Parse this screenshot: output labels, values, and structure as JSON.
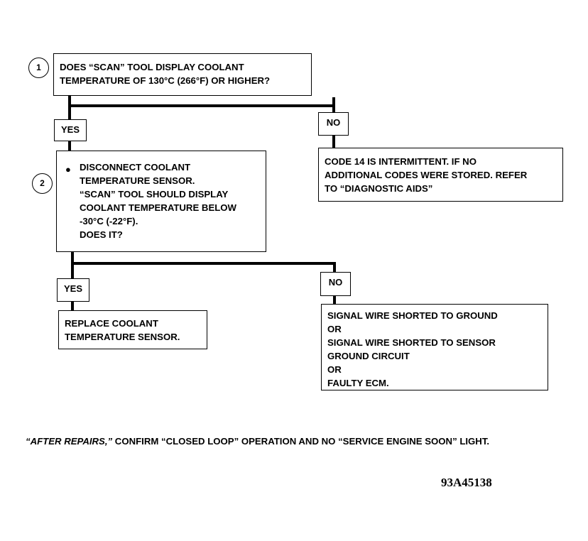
{
  "step1": {
    "number": "1",
    "lines": [
      "DOES “SCAN” TOOL DISPLAY COOLANT",
      "TEMPERATURE OF 130°C (266°F) OR HIGHER?"
    ]
  },
  "step1_yes": {
    "label": "YES"
  },
  "step1_no": {
    "label": "NO",
    "lines": [
      "CODE 14 IS INTERMITTENT.  IF NO",
      "ADDITIONAL CODES WERE STORED. REFER",
      "TO “DIAGNOSTIC AIDS”"
    ]
  },
  "step2": {
    "number": "2",
    "bullet": "●",
    "lines": [
      "DISCONNECT COOLANT",
      "TEMPERATURE SENSOR.",
      "“SCAN” TOOL SHOULD DISPLAY",
      "COOLANT TEMPERATURE BELOW",
      "-30°C (-22°F).",
      "DOES IT?"
    ]
  },
  "step2_yes": {
    "label": "YES",
    "lines": [
      "REPLACE COOLANT",
      "TEMPERATURE SENSOR."
    ]
  },
  "step2_no": {
    "label": "NO",
    "lines": [
      "SIGNAL WIRE SHORTED TO GROUND",
      "OR",
      "SIGNAL WIRE SHORTED TO SENSOR",
      "GROUND CIRCUIT",
      "OR",
      "FAULTY ECM."
    ]
  },
  "footer": {
    "italic": "“AFTER REPAIRS,”",
    "text": " CONFIRM “CLOSED LOOP” OPERATION AND NO “SERVICE ENGINE SOON” LIGHT."
  },
  "figure_number": "93A45138"
}
